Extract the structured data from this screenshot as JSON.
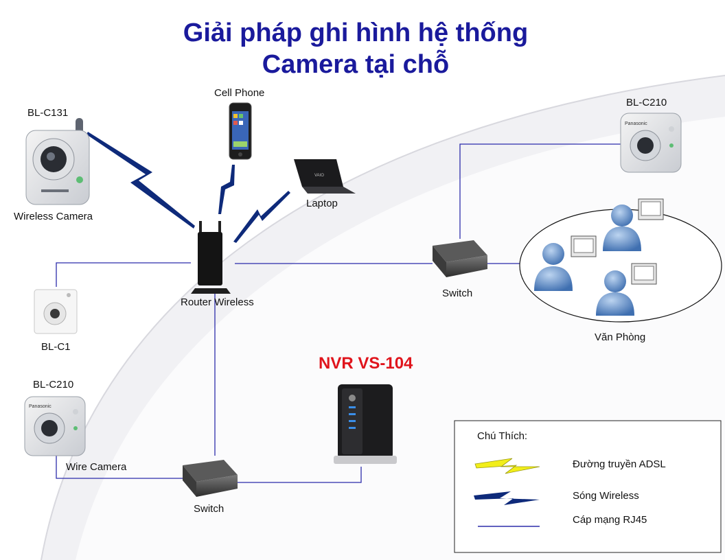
{
  "title": {
    "line1": "Giải pháp ghi hình hệ thống",
    "line2": "Camera tại chỗ"
  },
  "colors": {
    "title": "#1a1a9c",
    "nvr": "#e0141c",
    "rj45": "#2b2baa",
    "wireless": "#0e2a7a",
    "adsl": "#f2ee1a"
  },
  "devices": {
    "wireless_camera_model": "BL-C131",
    "wireless_camera_caption": "Wireless Camera",
    "cell_phone": "Cell Phone",
    "laptop": "Laptop",
    "router": "Router Wireless",
    "bl_c1": "BL-C1",
    "wire_camera_model": "BL-C210",
    "wire_camera_caption": "Wire Camera",
    "office_camera_model": "BL-C210",
    "switch_right": "Switch",
    "switch_bottom": "Switch",
    "office": "Văn Phòng",
    "nvr": "NVR VS-104"
  },
  "legend": {
    "title": "Chú Thích:",
    "adsl": "Đường truyền ADSL",
    "wireless": "Sóng Wireless",
    "rj45": "Cáp mạng RJ45"
  }
}
